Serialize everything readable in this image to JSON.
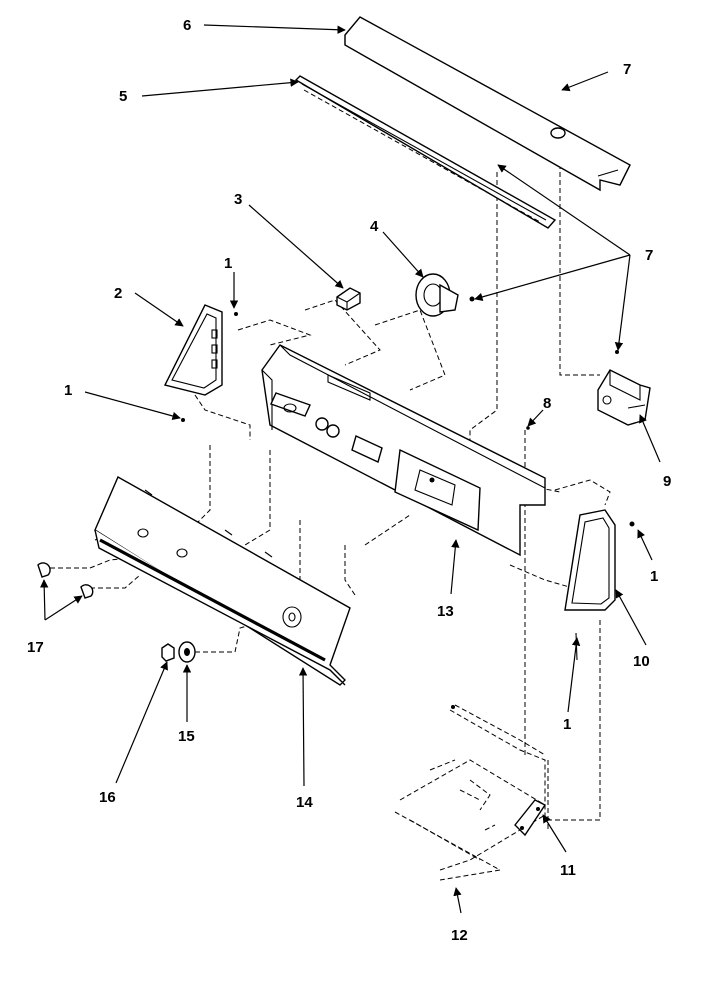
{
  "callouts": {
    "c1a": "1",
    "c1b": "1",
    "c1c": "1",
    "c1d": "1",
    "c2": "2",
    "c3": "3",
    "c4": "4",
    "c5": "5",
    "c6": "6",
    "c7a": "7",
    "c7b": "7",
    "c8": "8",
    "c9": "9",
    "c10": "10",
    "c11": "11",
    "c12": "12",
    "c13": "13",
    "c14": "14",
    "c15": "15",
    "c16": "16",
    "c17": "17"
  }
}
